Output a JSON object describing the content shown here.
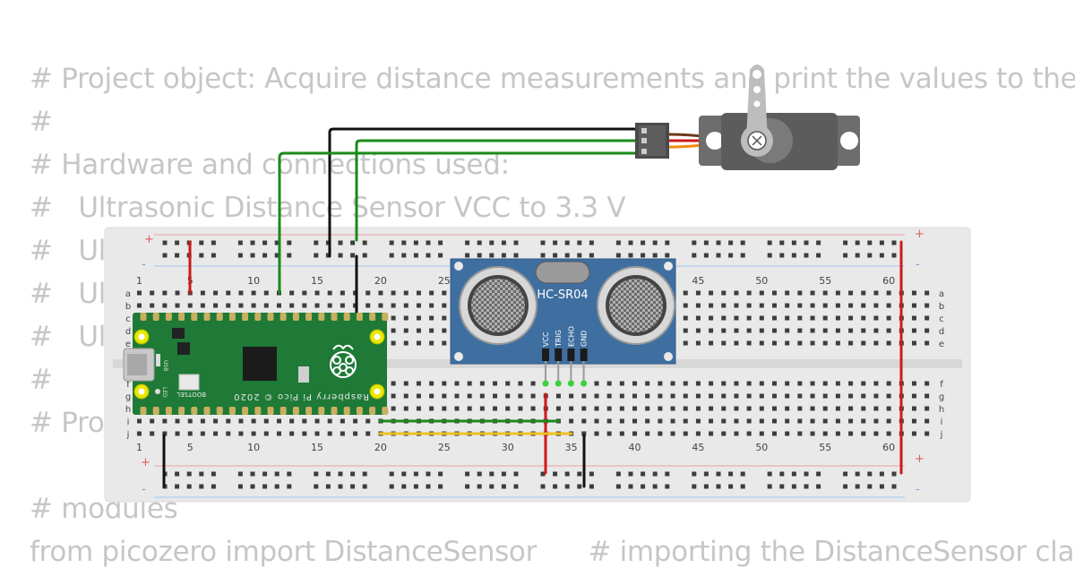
{
  "code_lines": [
    {
      "text": "# Project object: Acquire distance measurements and print the values to the"
    },
    {
      "text": "#"
    },
    {
      "text": "# Hardware and connections used:"
    },
    {
      "text": "#   Ultrasonic Distance Sensor VCC to 3.3 V"
    },
    {
      "text": "#   Ult"
    },
    {
      "text": "#   Ult"
    },
    {
      "text": "#   Ult"
    },
    {
      "text": "#"
    },
    {
      "text": "# Prog"
    },
    {
      "text": ""
    },
    {
      "text": "# modules"
    },
    {
      "text": "from picozero import DistanceSensor      # importing the DistanceSensor clas"
    }
  ],
  "breadboard": {
    "column_numbers": [
      "1",
      "5",
      "10",
      "15",
      "20",
      "25",
      "30",
      "35",
      "40",
      "45",
      "50",
      "55",
      "60"
    ],
    "row_letters_top": [
      "a",
      "b",
      "c",
      "d",
      "e"
    ],
    "row_letters_bottom": [
      "f",
      "g",
      "h",
      "i",
      "j"
    ],
    "rail_plus": "+",
    "rail_minus": "-"
  },
  "sensor": {
    "model": "HC-SR04",
    "pins": [
      "VCC",
      "TRIG",
      "ECHO",
      "GND"
    ]
  },
  "pico": {
    "board_text": "Raspberry Pi Pico © 2020",
    "button_text": "BOOTSEL",
    "usb_text": "USB",
    "led_text": "LED"
  },
  "colors": {
    "breadboard": "#e9e9e9",
    "pico_pcb": "#1e7a36",
    "sensor_pcb": "#3f6fa0",
    "wire_green": "#1a8a1a",
    "wire_black": "#111111",
    "wire_red": "#d01818",
    "wire_yellow": "#f0c020",
    "servo": "#6d6d6d"
  }
}
